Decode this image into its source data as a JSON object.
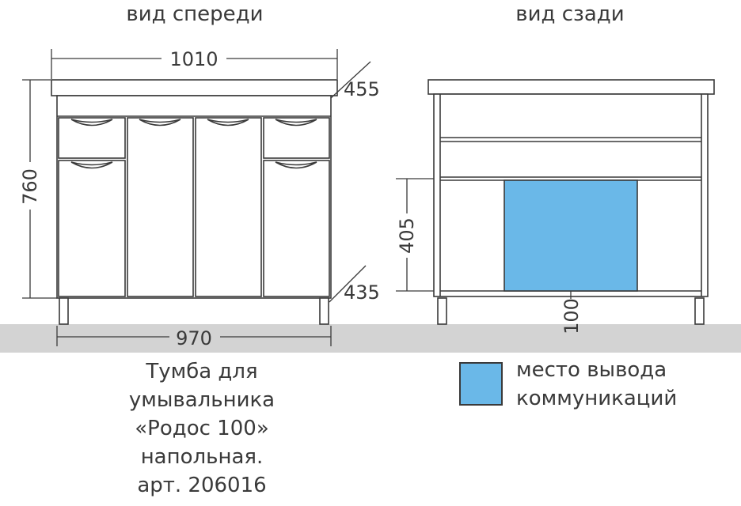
{
  "views": {
    "front_label": "вид спереди",
    "back_label": "вид сзади"
  },
  "dimensions": {
    "width_top": "1010",
    "depth_top": "455",
    "height": "760",
    "width_bottom": "970",
    "depth_bottom": "435",
    "outlet_height": "405",
    "outlet_offset": "100"
  },
  "caption": {
    "line1": "Тумба для",
    "line2": "умывальника",
    "line3": "«Родос 100»",
    "line4": "напольная.",
    "line5": "арт. 206016"
  },
  "legend": {
    "line1": "место вывода",
    "line2": "коммуникаций",
    "color": "#6ab8e8"
  },
  "colors": {
    "floor": "#d3d3d3",
    "line": "#3a3a3a"
  }
}
